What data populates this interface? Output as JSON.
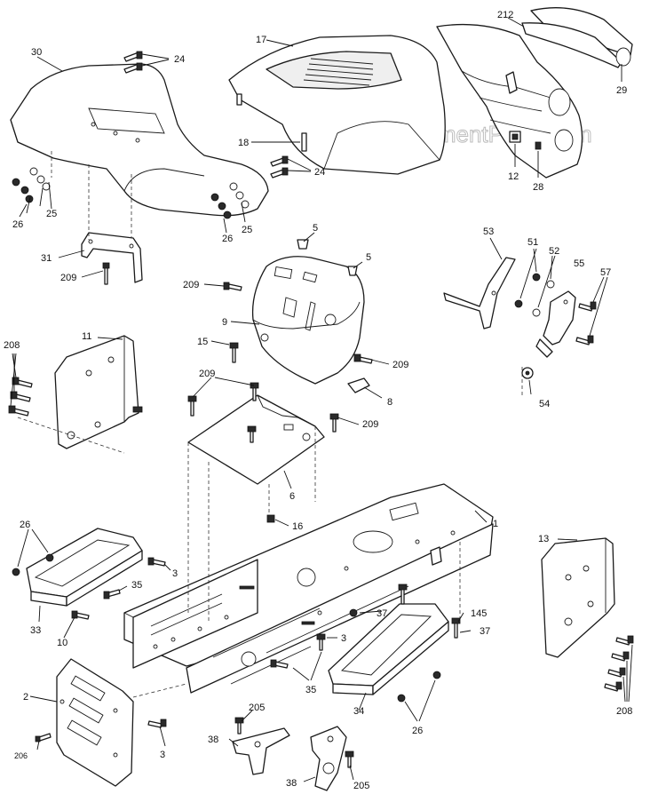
{
  "watermark": "eReplacementParts.com",
  "labels": [
    {
      "id": "l30",
      "text": "30"
    },
    {
      "id": "l24a",
      "text": "24"
    },
    {
      "id": "l17",
      "text": "17"
    },
    {
      "id": "l212",
      "text": "212"
    },
    {
      "id": "l29",
      "text": "29"
    },
    {
      "id": "l18",
      "text": "18"
    },
    {
      "id": "l24b",
      "text": "24"
    },
    {
      "id": "l12",
      "text": "12"
    },
    {
      "id": "l28",
      "text": "28"
    },
    {
      "id": "l26a",
      "text": "26"
    },
    {
      "id": "l25a",
      "text": "25"
    },
    {
      "id": "l26b",
      "text": "26"
    },
    {
      "id": "l25b",
      "text": "25"
    },
    {
      "id": "l5a",
      "text": "5"
    },
    {
      "id": "l5b",
      "text": "5"
    },
    {
      "id": "l53",
      "text": "53"
    },
    {
      "id": "l51",
      "text": "51"
    },
    {
      "id": "l52",
      "text": "52"
    },
    {
      "id": "l55",
      "text": "55"
    },
    {
      "id": "l57",
      "text": "57"
    },
    {
      "id": "l31",
      "text": "31"
    },
    {
      "id": "l209a",
      "text": "209"
    },
    {
      "id": "l209b",
      "text": "209"
    },
    {
      "id": "l9",
      "text": "9"
    },
    {
      "id": "l208a",
      "text": "208"
    },
    {
      "id": "l11",
      "text": "11"
    },
    {
      "id": "l15",
      "text": "15"
    },
    {
      "id": "l209c",
      "text": "209"
    },
    {
      "id": "l209d",
      "text": "209"
    },
    {
      "id": "l8",
      "text": "8"
    },
    {
      "id": "l54",
      "text": "54"
    },
    {
      "id": "l209e",
      "text": "209"
    },
    {
      "id": "l6",
      "text": "6"
    },
    {
      "id": "l16",
      "text": "16"
    },
    {
      "id": "l1",
      "text": "1"
    },
    {
      "id": "l26c",
      "text": "26"
    },
    {
      "id": "l13",
      "text": "13"
    },
    {
      "id": "l3a",
      "text": "3"
    },
    {
      "id": "l35a",
      "text": "35"
    },
    {
      "id": "l37a",
      "text": "37"
    },
    {
      "id": "l145",
      "text": "145"
    },
    {
      "id": "l37b",
      "text": "37"
    },
    {
      "id": "l33",
      "text": "33"
    },
    {
      "id": "l10",
      "text": "10"
    },
    {
      "id": "l3b",
      "text": "3"
    },
    {
      "id": "l35b",
      "text": "35"
    },
    {
      "id": "l2",
      "text": "2"
    },
    {
      "id": "l208b",
      "text": "208"
    },
    {
      "id": "l34",
      "text": "34"
    },
    {
      "id": "l205a",
      "text": "205"
    },
    {
      "id": "l26d",
      "text": "26"
    },
    {
      "id": "l3c",
      "text": "3"
    },
    {
      "id": "l206",
      "text": "206"
    },
    {
      "id": "l38a",
      "text": "38"
    },
    {
      "id": "l38b",
      "text": "38"
    },
    {
      "id": "l205b",
      "text": "205"
    }
  ]
}
